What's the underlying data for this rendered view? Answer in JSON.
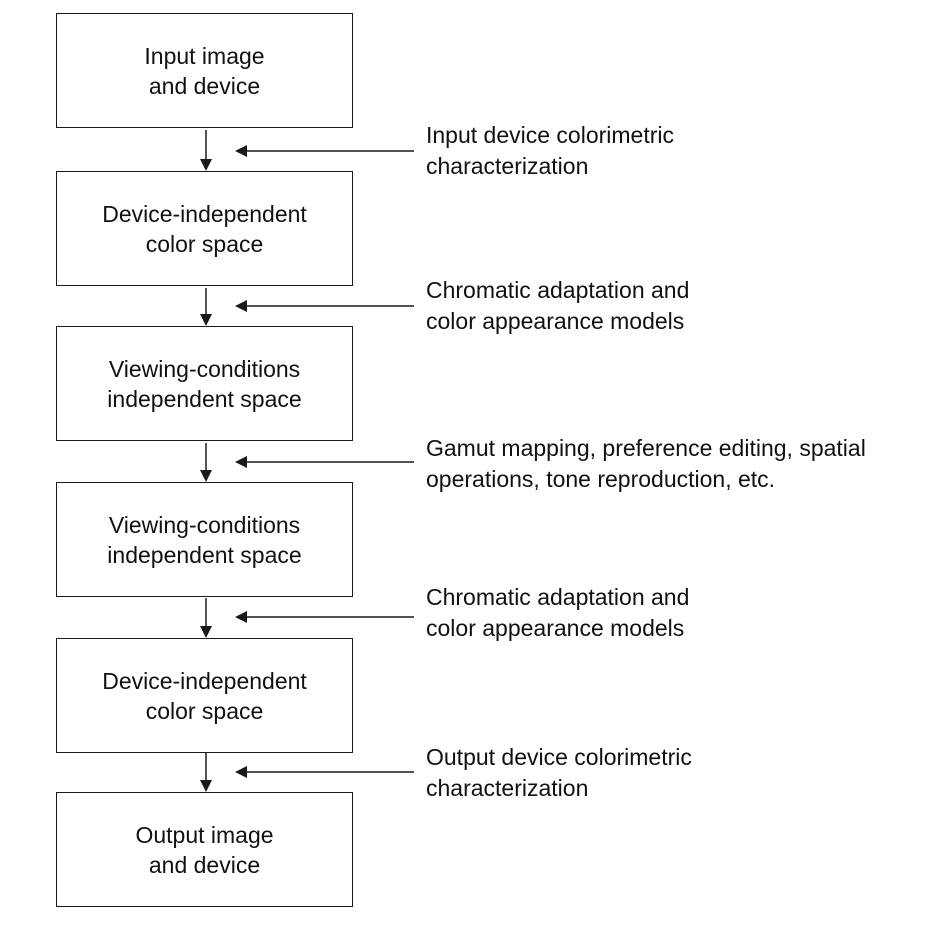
{
  "stages": [
    {
      "label": "Input image\nand device"
    },
    {
      "label": "Device-independent\ncolor space"
    },
    {
      "label": "Viewing-conditions\nindependent space"
    },
    {
      "label": "Viewing-conditions\nindependent space"
    },
    {
      "label": "Device-independent\ncolor space"
    },
    {
      "label": "Output image\nand device"
    }
  ],
  "transforms": [
    {
      "label": "Input device colorimetric\ncharacterization"
    },
    {
      "label": "Chromatic adaptation and\ncolor appearance models"
    },
    {
      "label": "Gamut mapping, preference editing, spatial\noperations, tone reproduction, etc."
    },
    {
      "label": "Chromatic adaptation and\ncolor appearance models"
    },
    {
      "label": "Output device colorimetric\ncharacterization"
    }
  ],
  "colors": {
    "stroke": "#1a1a1a",
    "text": "#111111",
    "background": "#ffffff"
  }
}
